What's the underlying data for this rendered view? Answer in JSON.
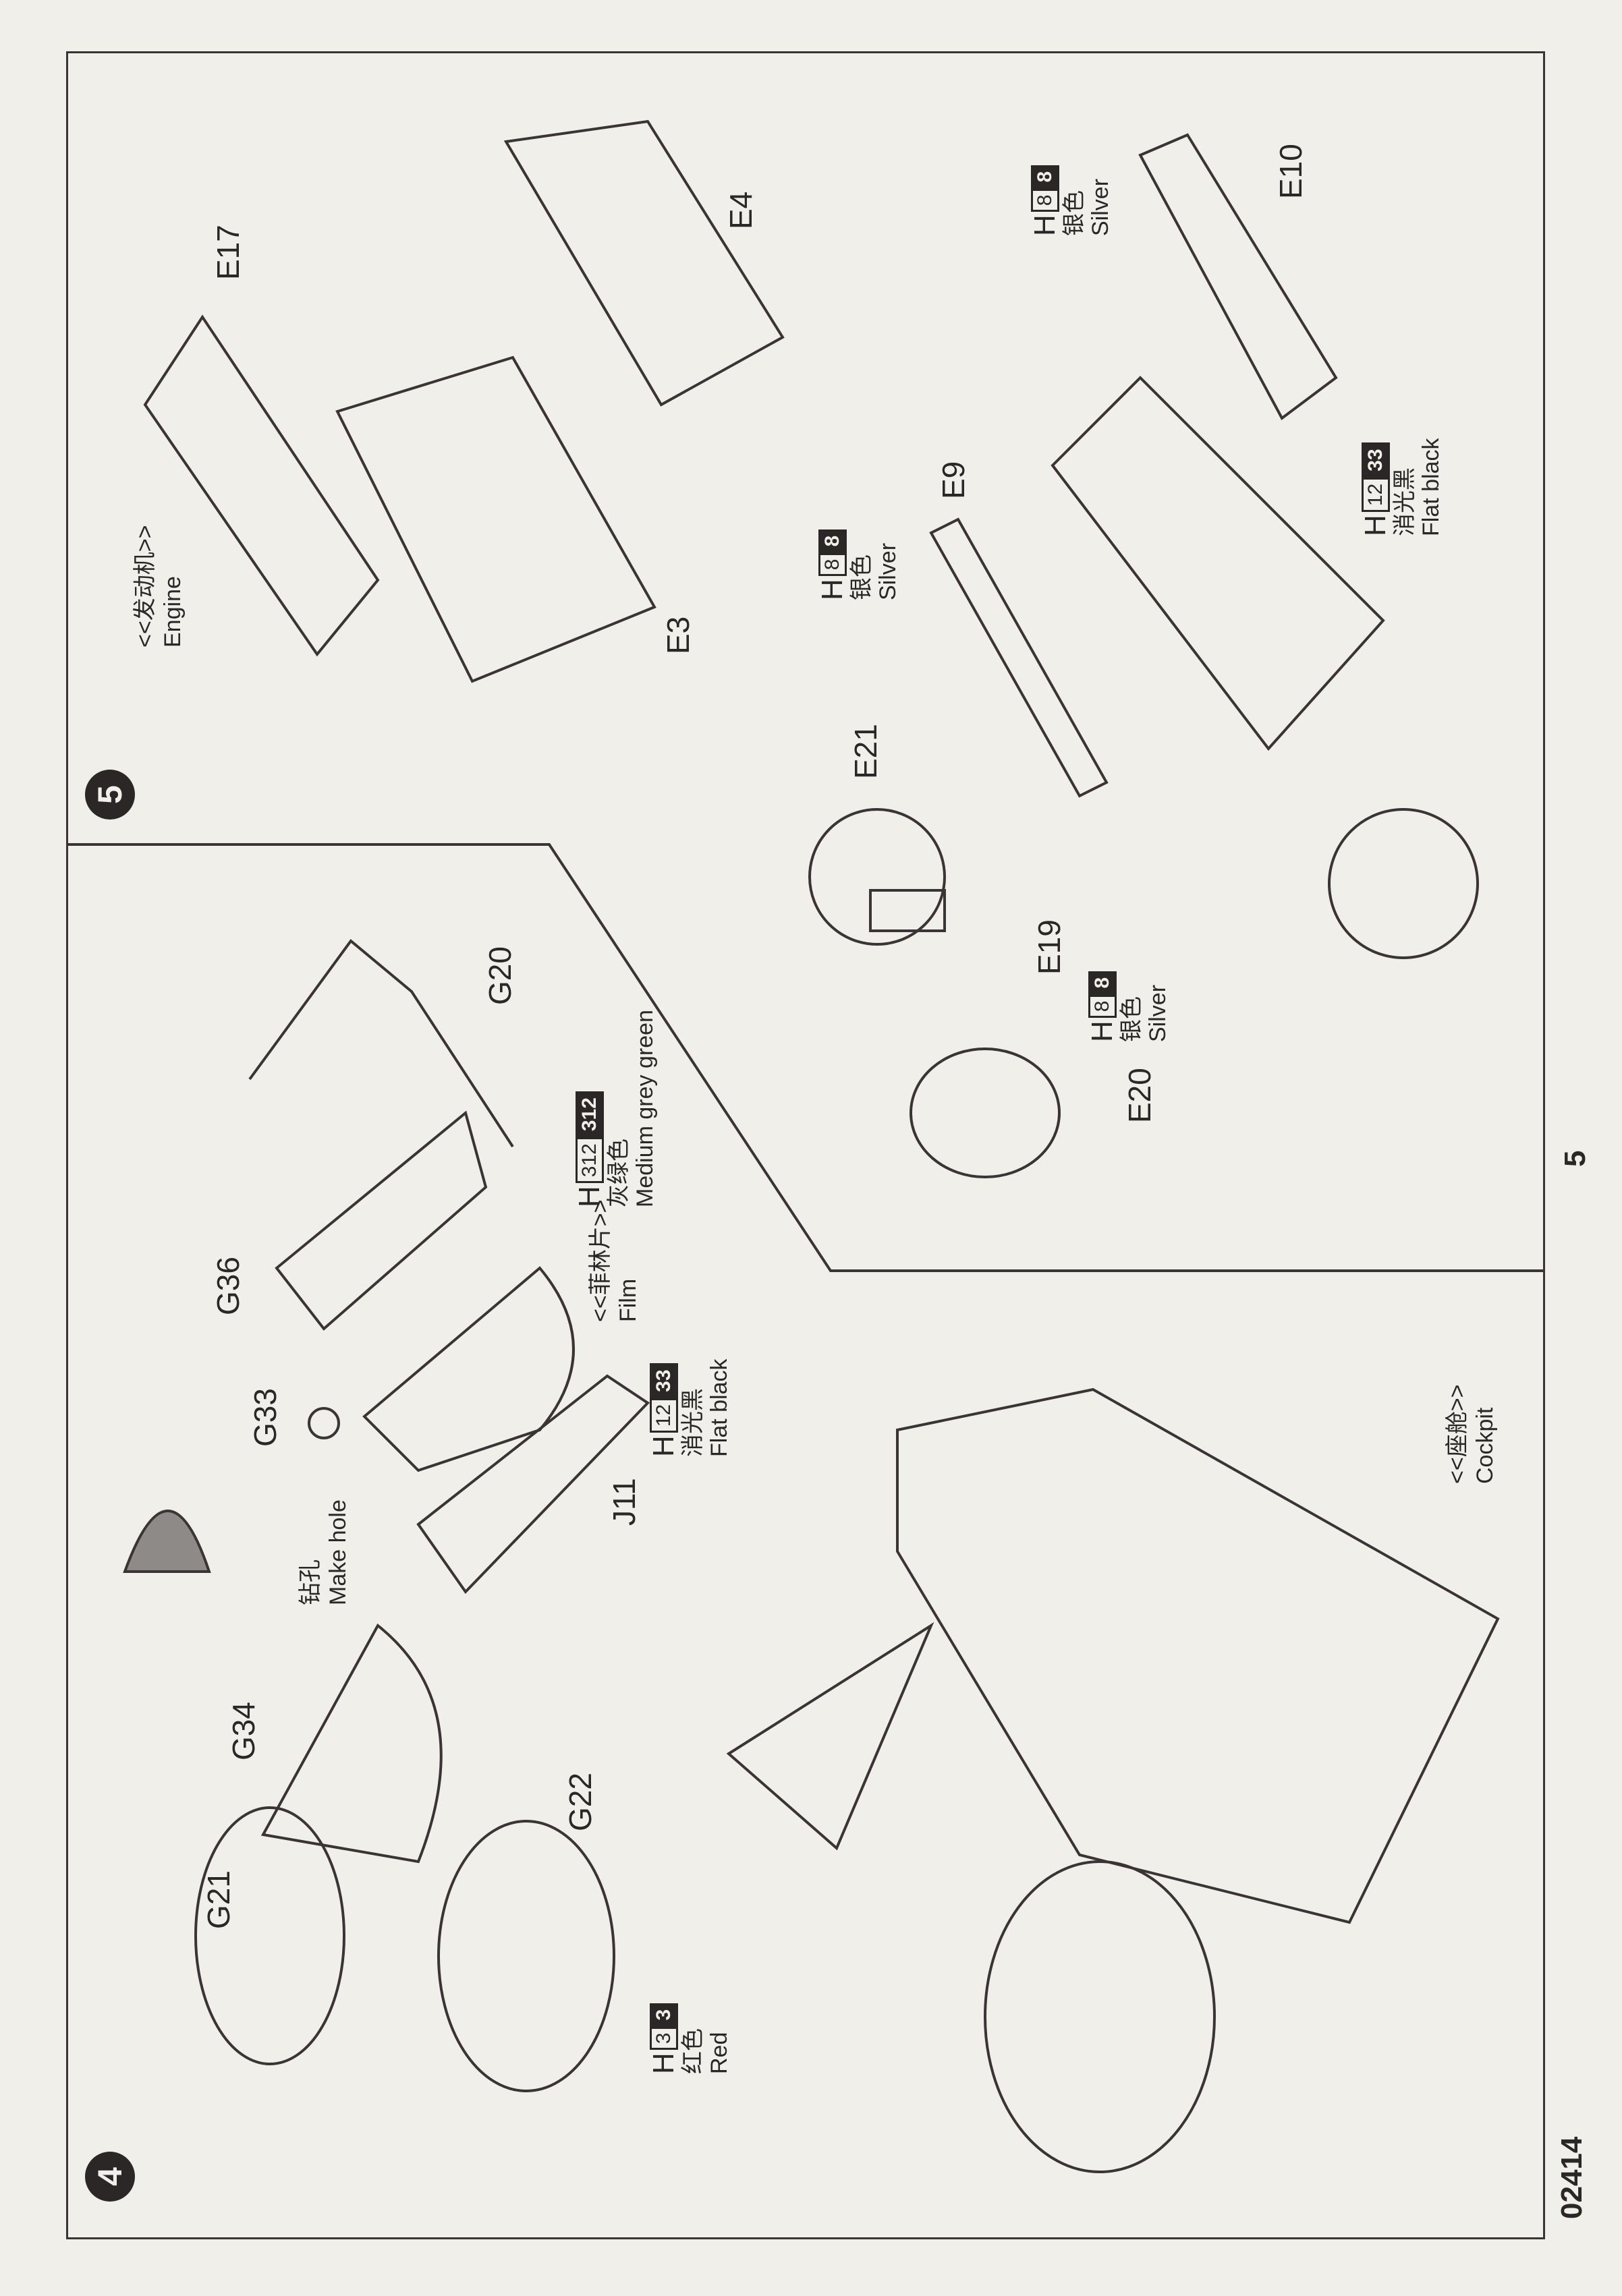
{
  "page": {
    "code": "02414",
    "page_number": "5"
  },
  "steps": [
    {
      "number": "4"
    },
    {
      "number": "5"
    }
  ],
  "step5": {
    "section": {
      "cn": "<<发动机>>",
      "en": "Engine"
    },
    "parts": {
      "E17": "E17",
      "E4": "E4",
      "E3": "E3",
      "E9": "E9",
      "E10": "E10",
      "E21": "E21",
      "E19": "E19",
      "E20": "E20"
    },
    "paints": [
      {
        "prefix": "H",
        "code": "8",
        "code2": "8",
        "cn": "银色",
        "en": "Silver"
      },
      {
        "prefix": "H",
        "code": "8",
        "code2": "8",
        "cn": "银色",
        "en": "Silver"
      },
      {
        "prefix": "H",
        "code": "12",
        "code2": "33",
        "cn": "消光黑",
        "en": "Flat black"
      },
      {
        "prefix": "H",
        "code": "8",
        "code2": "8",
        "cn": "银色",
        "en": "Silver"
      }
    ]
  },
  "step4": {
    "cockpit": {
      "cn": "<<座舱>>",
      "en": "Cockpit"
    },
    "film": {
      "cn": "<<菲林片>>",
      "en": "Film"
    },
    "make_hole": {
      "cn": "钻孔",
      "en": "Make hole"
    },
    "parts": {
      "G20": "G20",
      "G36": "G36",
      "G33": "G33",
      "J11": "J11",
      "G34": "G34",
      "G22": "G22",
      "G21": "G21"
    },
    "paints": [
      {
        "prefix": "H",
        "code": "312",
        "code2": "312",
        "cn": "灰绿色",
        "en": "Medium grey green"
      },
      {
        "prefix": "H",
        "code": "12",
        "code2": "33",
        "cn": "消光黑",
        "en": "Flat black"
      },
      {
        "prefix": "H",
        "code": "3",
        "code2": "3",
        "cn": "红色",
        "en": "Red"
      }
    ]
  },
  "colors": {
    "paper": "#f1efea",
    "ink": "#2b2727"
  }
}
